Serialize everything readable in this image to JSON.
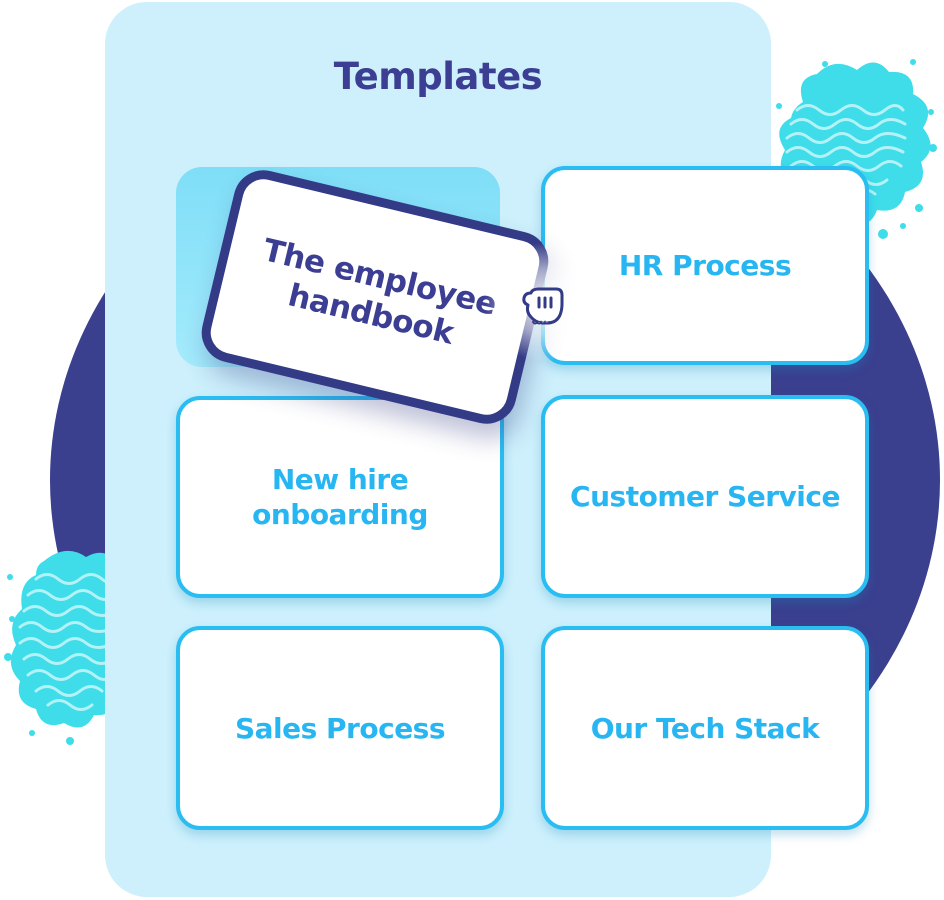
{
  "title": "Templates",
  "dragged_card": {
    "label": "The employee handbook"
  },
  "cards": [
    {
      "id": "hr-process",
      "label": "HR Process"
    },
    {
      "id": "new-hire-onboarding",
      "label": "New hire onboarding"
    },
    {
      "id": "customer-service",
      "label": "Customer Service"
    },
    {
      "id": "sales-process",
      "label": "Sales Process"
    },
    {
      "id": "our-tech-stack",
      "label": "Our Tech Stack"
    }
  ],
  "icons": {
    "grab_cursor": "grab-cursor-icon"
  },
  "colors": {
    "navy_circle": "#3a3f8e",
    "panel_background": "#cdf0fc",
    "slot_background": "#8ce4fa",
    "card_border": "#2abdf1",
    "card_text": "#27b6f1",
    "title_text": "#3b3e92",
    "dragged_border": "#343b86",
    "splash": "#3edde9"
  }
}
